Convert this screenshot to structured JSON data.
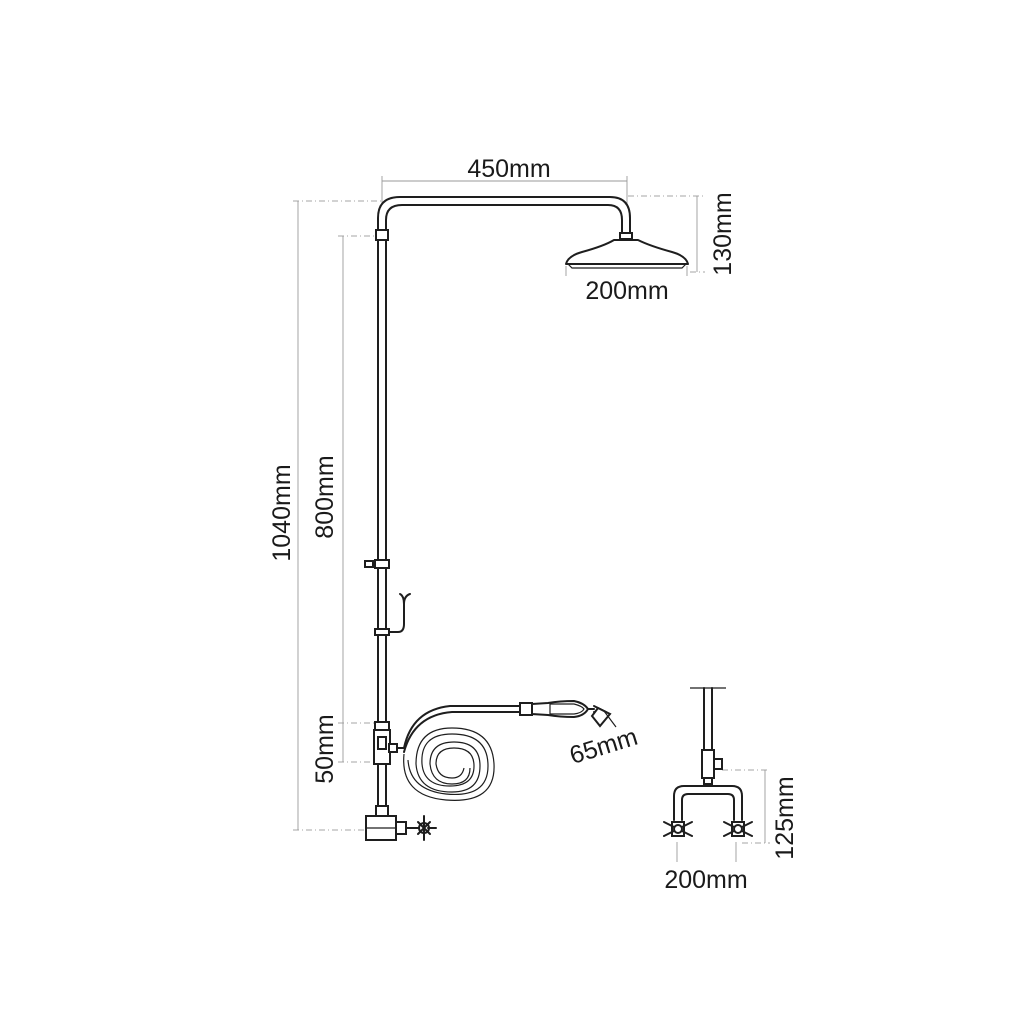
{
  "dimensions": {
    "head_arm_width": "450mm",
    "head_drop": "130mm",
    "head_diameter": "200mm",
    "total_height": "1040mm",
    "riser_height": "800mm",
    "valve_height": "50mm",
    "handset_diameter": "65mm",
    "valve_centres_height": "125mm",
    "valve_centres_width": "200mm"
  }
}
